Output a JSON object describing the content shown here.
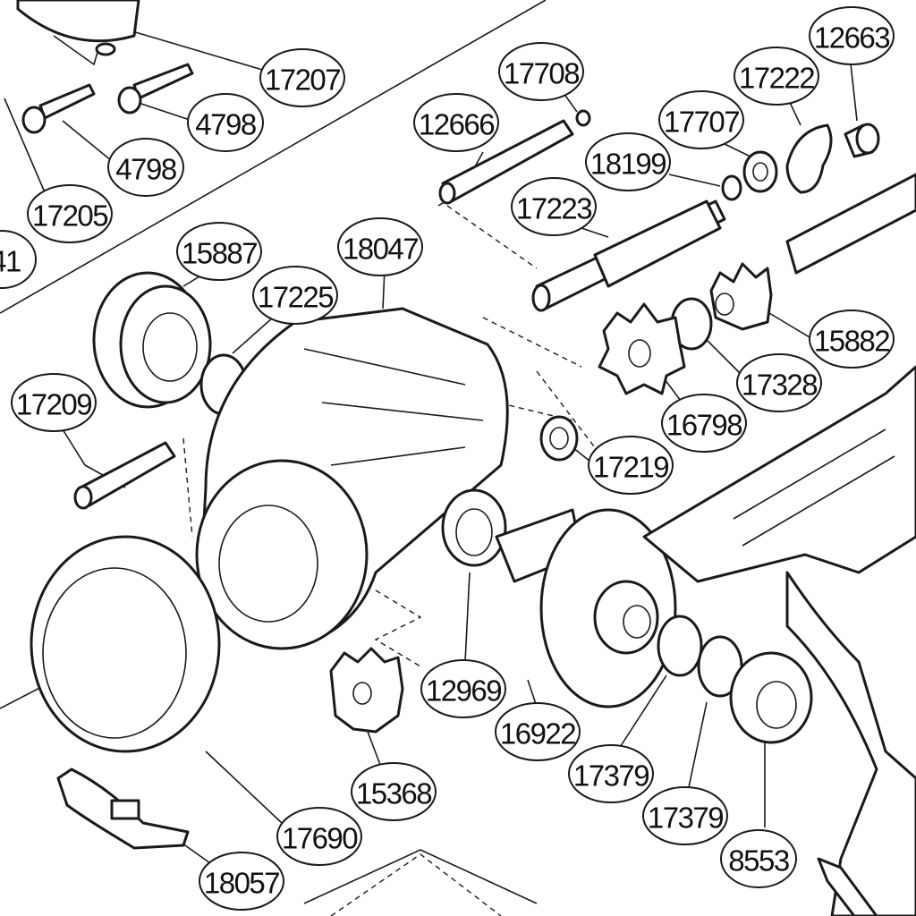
{
  "diagram": {
    "type": "exploded-parts-diagram",
    "callouts": [
      {
        "id": "c17207",
        "label": "17207"
      },
      {
        "id": "c4798a",
        "label": "4798"
      },
      {
        "id": "c4798b",
        "label": "4798"
      },
      {
        "id": "c17205",
        "label": "17205"
      },
      {
        "id": "c41",
        "label": "41"
      },
      {
        "id": "c17708",
        "label": "17708"
      },
      {
        "id": "c12666",
        "label": "12666"
      },
      {
        "id": "c17707",
        "label": "17707"
      },
      {
        "id": "c17222",
        "label": "17222"
      },
      {
        "id": "c12663",
        "label": "12663"
      },
      {
        "id": "c18199",
        "label": "18199"
      },
      {
        "id": "c17223",
        "label": "17223"
      },
      {
        "id": "c15887",
        "label": "15887"
      },
      {
        "id": "c18047",
        "label": "18047"
      },
      {
        "id": "c17225",
        "label": "17225"
      },
      {
        "id": "c15882",
        "label": "15882"
      },
      {
        "id": "c17328",
        "label": "17328"
      },
      {
        "id": "c16798",
        "label": "16798"
      },
      {
        "id": "c17209",
        "label": "17209"
      },
      {
        "id": "c17219",
        "label": "17219"
      },
      {
        "id": "c12969",
        "label": "12969"
      },
      {
        "id": "c16922",
        "label": "16922"
      },
      {
        "id": "c15368",
        "label": "15368"
      },
      {
        "id": "c17379a",
        "label": "17379"
      },
      {
        "id": "c17379b",
        "label": "17379"
      },
      {
        "id": "c8553",
        "label": "8553"
      },
      {
        "id": "c17690",
        "label": "17690"
      },
      {
        "id": "c18057",
        "label": "18057"
      }
    ]
  }
}
